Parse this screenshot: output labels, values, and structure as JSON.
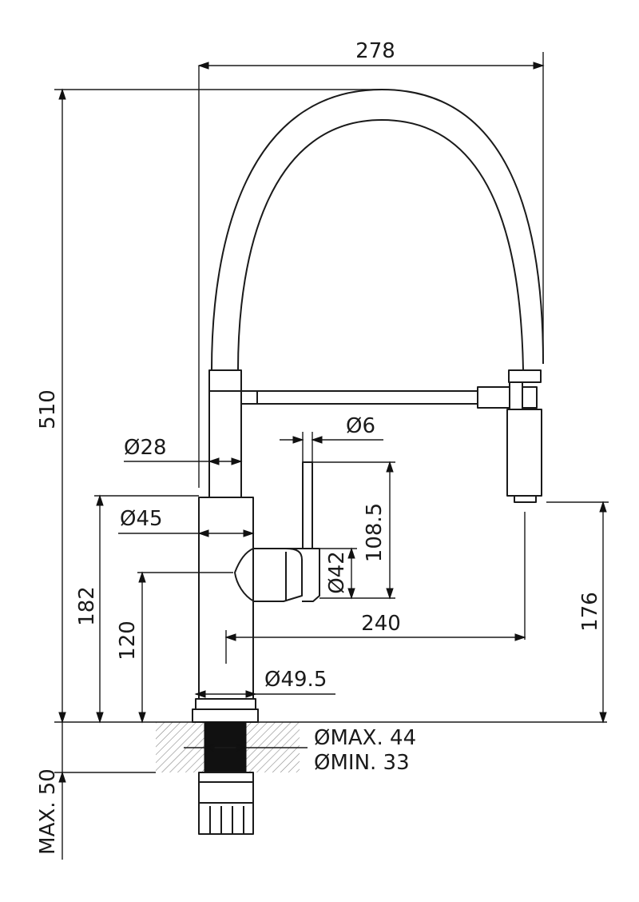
{
  "dimensions": {
    "overall_width": "278",
    "overall_height": "510",
    "hose_diameter": "Ø28",
    "body_diameter": "Ø45",
    "lever_diameter": "Ø6",
    "lever_height": "108.5",
    "handle_diameter": "Ø42",
    "spout_reach": "240",
    "lever_axis_height": "182",
    "handle_axis_height": "120",
    "spray_head_height": "176",
    "base_diameter": "Ø49.5",
    "hole_max": "ØMAX. 44",
    "hole_min": "ØMIN. 33",
    "deck_thickness": "MAX. 50"
  },
  "colors": {
    "line": "#1a1a1a",
    "hatch": "#888888",
    "shank": "#111111"
  }
}
